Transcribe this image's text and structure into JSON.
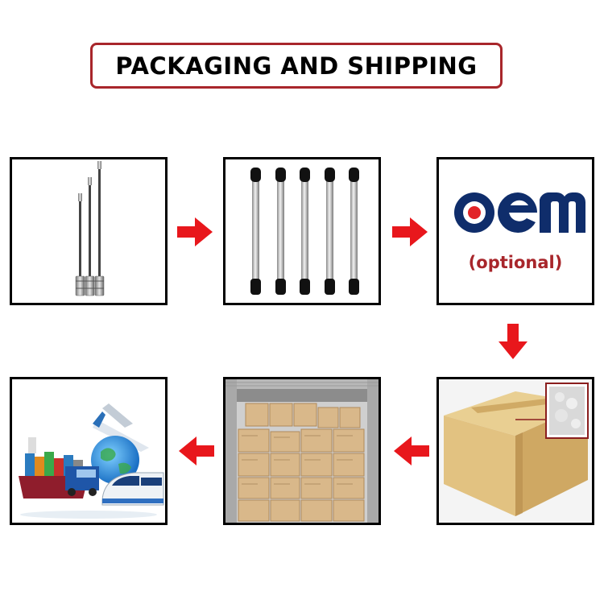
{
  "title": "PACKAGING AND SHIPPING",
  "oem": {
    "logo_text": "oem",
    "optional_label": "(optional)"
  },
  "colors": {
    "frame": "#a8262b",
    "arrow": "#e8171c",
    "oem_blue": "#0f2d6b",
    "oem_red": "#e22428"
  },
  "steps": [
    {
      "name": "product-rods"
    },
    {
      "name": "rods-with-caps"
    },
    {
      "name": "oem-customization"
    },
    {
      "name": "carton-box"
    },
    {
      "name": "container-loading"
    },
    {
      "name": "shipping-transport"
    }
  ],
  "arrows": [
    "arrow-right-icon",
    "arrow-right-icon",
    "arrow-down-icon",
    "arrow-left-icon",
    "arrow-left-icon"
  ]
}
